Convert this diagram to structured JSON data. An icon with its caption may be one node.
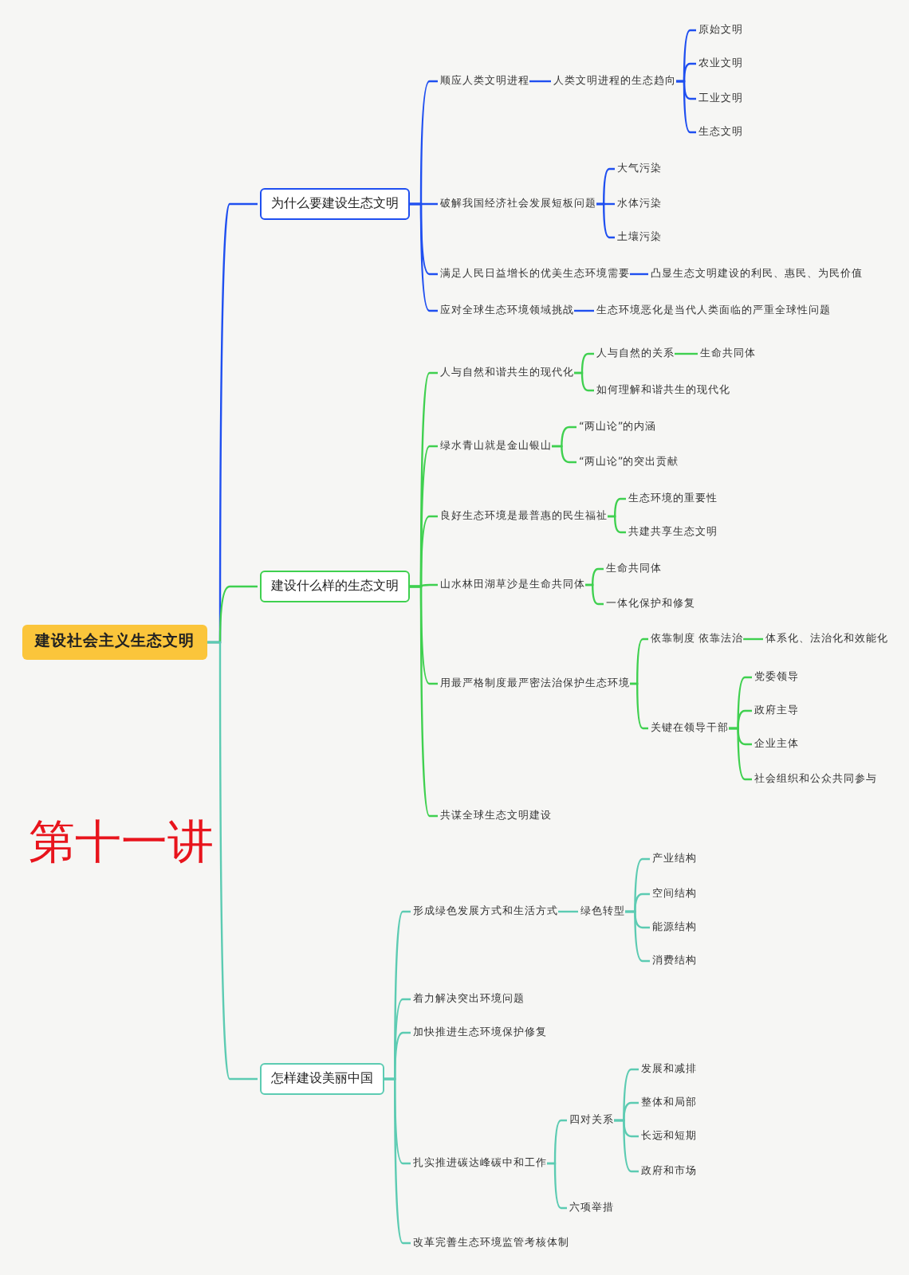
{
  "diagram": {
    "nodes": [
      {
        "text": [
          "建设社会主义生态文明"
        ]
      },
      {
        "text": [
          "为什么要建设生态文明"
        ]
      },
      {
        "text": [
          "顺应人类文明进程"
        ]
      },
      {
        "text": [
          "人类文明进程的生态趋向"
        ]
      },
      {
        "text": [
          "原始文明"
        ]
      },
      {
        "text": [
          "农业文明"
        ]
      },
      {
        "text": [
          "工业文明"
        ]
      },
      {
        "text": [
          "生态文明"
        ]
      },
      {
        "text": [
          "破解我国经济社会发展短板问题"
        ]
      },
      {
        "text": [
          "大气污染"
        ]
      },
      {
        "text": [
          "水体污染"
        ]
      },
      {
        "text": [
          "土壤污染"
        ]
      },
      {
        "text": [
          "满足人民日益增长的优美生态环境需要"
        ]
      },
      {
        "text": [
          "凸显生态文明建设的利民、惠民、为民价值"
        ]
      },
      {
        "text": [
          "应对全球生态环境领域挑战"
        ]
      },
      {
        "text": [
          "生态环境恶化是当代人类面临的严重全球性问题"
        ]
      },
      {
        "text": [
          "建设什么样的生态文明"
        ]
      },
      {
        "text": [
          "人与自然和谐共生的现代化"
        ]
      },
      {
        "text": [
          "人与自然的关系"
        ]
      },
      {
        "text": [
          "生命共同体"
        ]
      },
      {
        "text": [
          "如何理解和谐共生的现代化"
        ]
      },
      {
        "text": [
          "绿水青山就是金山银山"
        ]
      },
      {
        "text": [
          "“两山论”的内涵"
        ]
      },
      {
        "text": [
          "“两山论”的突出贡献"
        ]
      },
      {
        "text": [
          "良好生态环境是最普惠的民生福祉"
        ]
      },
      {
        "text": [
          "生态环境的重要性"
        ]
      },
      {
        "text": [
          "共建共享生态文明"
        ]
      },
      {
        "text": [
          "山水林田湖草沙是生命共同体"
        ]
      },
      {
        "text": [
          "生命共同体"
        ]
      },
      {
        "text": [
          "一体化保护和修复"
        ]
      },
      {
        "text": [
          "用最严格制度最严密法治保护生态环境"
        ]
      },
      {
        "text": [
          "依靠制度 依靠法治"
        ]
      },
      {
        "text": [
          "体系化、法治化和效能化"
        ]
      },
      {
        "text": [
          "关键在领导干部"
        ]
      },
      {
        "text": [
          "党委领导"
        ]
      },
      {
        "text": [
          "政府主导"
        ]
      },
      {
        "text": [
          "企业主体"
        ]
      },
      {
        "text": [
          "社会组织和公众共同参与"
        ]
      },
      {
        "text": [
          "共谋全球生态文明建设"
        ]
      },
      {
        "text": [
          "怎样建设美丽中国"
        ]
      },
      {
        "text": [
          "形成绿色发展方式和生活方式"
        ]
      },
      {
        "text": [
          "绿色转型"
        ]
      },
      {
        "text": [
          "产业结构"
        ]
      },
      {
        "text": [
          "空间结构"
        ]
      },
      {
        "text": [
          "能源结构"
        ]
      },
      {
        "text": [
          "消费结构"
        ]
      },
      {
        "text": [
          "着力解决突出环境问题"
        ]
      },
      {
        "text": [
          "加快推进生态环境保护修复"
        ]
      },
      {
        "text": [
          "扎实推进碳达峰碳中和工作"
        ]
      },
      {
        "text": [
          "四对关系"
        ]
      },
      {
        "text": [
          "发展和减排"
        ]
      },
      {
        "text": [
          "整体和局部"
        ]
      },
      {
        "text": [
          "长远和短期"
        ]
      },
      {
        "text": [
          "政府和市场"
        ]
      },
      {
        "text": [
          "六项举措"
        ]
      },
      {
        "text": [
          "改革完善生态环境监管考核体制"
        ]
      }
    ],
    "edges": [
      {
        "from": 0,
        "to": 1,
        "arrow": "none",
        "color": "#1f4ff0"
      },
      {
        "from": 1,
        "to": 2,
        "arrow": "none",
        "color": "#1f4ff0"
      },
      {
        "from": 2,
        "to": 3,
        "arrow": "none",
        "color": "#1f4ff0"
      },
      {
        "from": 3,
        "to": 4,
        "arrow": "none",
        "color": "#1f4ff0"
      },
      {
        "from": 3,
        "to": 5,
        "arrow": "none",
        "color": "#1f4ff0"
      },
      {
        "from": 3,
        "to": 6,
        "arrow": "none",
        "color": "#1f4ff0"
      },
      {
        "from": 3,
        "to": 7,
        "arrow": "none",
        "color": "#1f4ff0"
      },
      {
        "from": 1,
        "to": 8,
        "arrow": "none",
        "color": "#1f4ff0"
      },
      {
        "from": 8,
        "to": 9,
        "arrow": "none",
        "color": "#1f4ff0"
      },
      {
        "from": 8,
        "to": 10,
        "arrow": "none",
        "color": "#1f4ff0"
      },
      {
        "from": 8,
        "to": 11,
        "arrow": "none",
        "color": "#1f4ff0"
      },
      {
        "from": 1,
        "to": 12,
        "arrow": "none",
        "color": "#1f4ff0"
      },
      {
        "from": 12,
        "to": 13,
        "arrow": "none",
        "color": "#1f4ff0"
      },
      {
        "from": 1,
        "to": 14,
        "arrow": "none",
        "color": "#1f4ff0"
      },
      {
        "from": 14,
        "to": 15,
        "arrow": "none",
        "color": "#1f4ff0"
      },
      {
        "from": 0,
        "to": 16,
        "arrow": "none"
      },
      {
        "from": 16,
        "to": 17,
        "arrow": "none"
      },
      {
        "from": 17,
        "to": 18,
        "arrow": "none"
      },
      {
        "from": 18,
        "to": 19,
        "arrow": "none"
      },
      {
        "from": 17,
        "to": 20,
        "arrow": "none"
      },
      {
        "from": 16,
        "to": 21,
        "arrow": "none"
      },
      {
        "from": 21,
        "to": 22,
        "arrow": "none"
      },
      {
        "from": 21,
        "to": 23,
        "arrow": "none"
      },
      {
        "from": 16,
        "to": 24,
        "arrow": "none"
      },
      {
        "from": 24,
        "to": 25,
        "arrow": "none"
      },
      {
        "from": 24,
        "to": 26,
        "arrow": "none"
      },
      {
        "from": 16,
        "to": 27,
        "arrow": "none"
      },
      {
        "from": 27,
        "to": 28,
        "arrow": "none"
      },
      {
        "from": 27,
        "to": 29,
        "arrow": "none"
      },
      {
        "from": 16,
        "to": 30,
        "arrow": "none"
      },
      {
        "from": 30,
        "to": 31,
        "arrow": "none"
      },
      {
        "from": 31,
        "to": 32,
        "arrow": "none"
      },
      {
        "from": 30,
        "to": 33,
        "arrow": "none"
      },
      {
        "from": 33,
        "to": 34,
        "arrow": "none"
      },
      {
        "from": 33,
        "to": 35,
        "arrow": "none"
      },
      {
        "from": 33,
        "to": 36,
        "arrow": "none"
      },
      {
        "from": 33,
        "to": 37,
        "arrow": "none"
      },
      {
        "from": 16,
        "to": 38,
        "arrow": "none"
      },
      {
        "from": 0,
        "to": 39,
        "arrow": "none",
        "color": "#5ccbb2"
      },
      {
        "from": 39,
        "to": 40,
        "arrow": "none",
        "color": "#5ccbb2"
      },
      {
        "from": 40,
        "to": 41,
        "arrow": "none",
        "color": "#5ccbb2"
      },
      {
        "from": 41,
        "to": 42,
        "arrow": "none",
        "color": "#5ccbb2"
      },
      {
        "from": 41,
        "to": 43,
        "arrow": "none",
        "color": "#5ccbb2"
      },
      {
        "from": 41,
        "to": 44,
        "arrow": "none",
        "color": "#5ccbb2"
      },
      {
        "from": 41,
        "to": 45,
        "arrow": "none",
        "color": "#5ccbb2"
      },
      {
        "from": 39,
        "to": 46,
        "arrow": "none",
        "color": "#5ccbb2"
      },
      {
        "from": 39,
        "to": 47,
        "arrow": "none",
        "color": "#5ccbb2"
      },
      {
        "from": 39,
        "to": 48,
        "arrow": "none",
        "color": "#5ccbb2"
      },
      {
        "from": 48,
        "to": 49,
        "arrow": "none",
        "color": "#5ccbb2"
      },
      {
        "from": 49,
        "to": 50,
        "arrow": "none",
        "color": "#5ccbb2"
      },
      {
        "from": 49,
        "to": 51,
        "arrow": "none",
        "color": "#5ccbb2"
      },
      {
        "from": 49,
        "to": 52,
        "arrow": "none",
        "color": "#5ccbb2"
      },
      {
        "from": 49,
        "to": 53,
        "arrow": "none",
        "color": "#5ccbb2"
      },
      {
        "from": 48,
        "to": 54,
        "arrow": "none",
        "color": "#5ccbb2"
      },
      {
        "from": 39,
        "to": 55,
        "arrow": "none",
        "color": "#5ccbb2"
      }
    ],
    "labels": [
      "第十一讲"
    ]
  }
}
